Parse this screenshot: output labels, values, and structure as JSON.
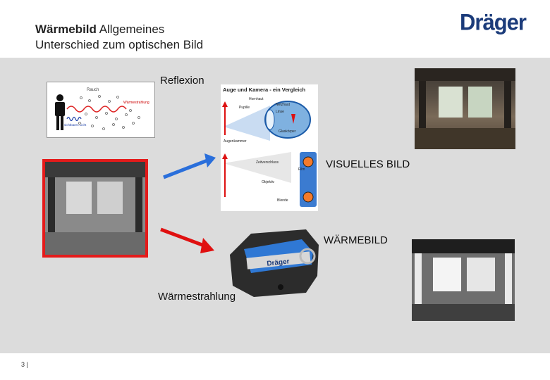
{
  "header": {
    "title_bold": "Wärmebild",
    "title_rest": " Allgemeines",
    "subtitle": "Unterschied zum optischen Bild",
    "logo": "Dräger"
  },
  "labels": {
    "reflexion": "Reflexion",
    "visual": "VISUELLES BILD",
    "thermal": "WÄRMEBILD",
    "radiation": "Wärmestrahlung"
  },
  "diagram_small": {
    "rauch": "Rauch",
    "waermestrahlung": "Wärmestrahlung",
    "licht": "sichtbares Licht"
  },
  "eye_diagram": {
    "heading": "Auge und Kamera - ein Vergleich",
    "hornhaut": "Hornhaut",
    "netzhaut": "Netzhaut",
    "linse": "Linse",
    "pupille": "Pupille",
    "glaskoerper": "Glaskörper",
    "augenkammer": "Augenkammer",
    "zeitverschluss": "Zeitverschluss",
    "film": "Film",
    "objektiv": "Objektiv",
    "blende": "Blende"
  },
  "camera": {
    "brand": "Dräger"
  },
  "footer": {
    "page": "3 |"
  },
  "colors": {
    "logo": "#1b3b7a",
    "blue_arrow": "#2a6fdb",
    "red_arrow": "#e01010",
    "highlight_frame": "#e41b1b"
  }
}
